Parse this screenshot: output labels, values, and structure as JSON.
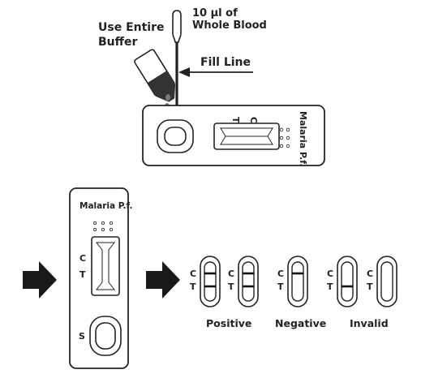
{
  "step1": {
    "blood_amount": "10 µl of",
    "blood_type": "Whole Blood",
    "buffer_line1": "Use Entire",
    "buffer_line2": "Buffer",
    "fill_line": "Fill Line"
  },
  "cassette_top": {
    "title": "Malaria P.f.",
    "c_label": "C",
    "t_label": "T"
  },
  "cassette_vertical": {
    "title": "Malaria P.f.",
    "c_label": "C",
    "t_label": "T",
    "s_label": "S"
  },
  "results": {
    "positive": {
      "label": "Positive",
      "strips": [
        {
          "c_label": "C",
          "t_label": "T",
          "c_line": true,
          "t_line": true
        },
        {
          "c_label": "C",
          "t_label": "T",
          "c_line": true,
          "t_line": true
        }
      ]
    },
    "negative": {
      "label": "Negative",
      "strips": [
        {
          "c_label": "C",
          "t_label": "T",
          "c_line": true,
          "t_line": false
        }
      ]
    },
    "invalid": {
      "label": "Invalid",
      "strips": [
        {
          "c_label": "C",
          "t_label": "T",
          "c_line": false,
          "t_line": true
        },
        {
          "c_label": "C",
          "t_label": "T",
          "c_line": false,
          "t_line": false
        }
      ]
    }
  },
  "colors": {
    "ink": "#222222",
    "fill_dark": "#1a1a1a",
    "background": "#ffffff"
  }
}
